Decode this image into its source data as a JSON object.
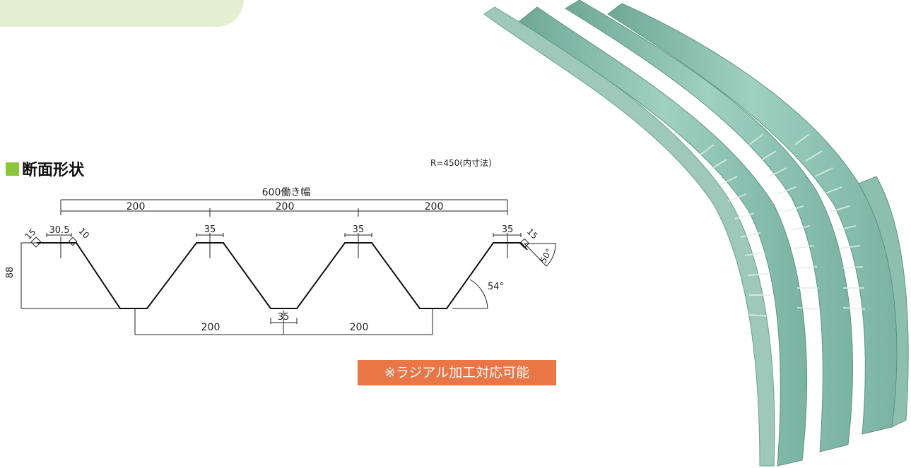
{
  "header": {
    "section_title": "断面形状"
  },
  "radius_note": "R=450(内寸法)",
  "cross_section": {
    "overall_width_label": "600働き幅",
    "pitch_labels": [
      "200",
      "200",
      "200"
    ],
    "left_edge_labels": [
      "15",
      "30.5",
      "10"
    ],
    "top_flat_labels": [
      "35",
      "35",
      "35"
    ],
    "right_edge_label": "15",
    "right_edge_angle": "50°",
    "height_label": "88",
    "web_angle": "54°",
    "bottom_flat_label": "35",
    "bottom_pitch_labels": [
      "200",
      "200"
    ]
  },
  "badge": {
    "text": "※ラジアル加工対応可能"
  },
  "colors": {
    "accent_green": "#8cc63f",
    "tab_green": "#e4efcf",
    "badge_orange": "#ea7546",
    "panel_green": "#8fc2b2"
  }
}
